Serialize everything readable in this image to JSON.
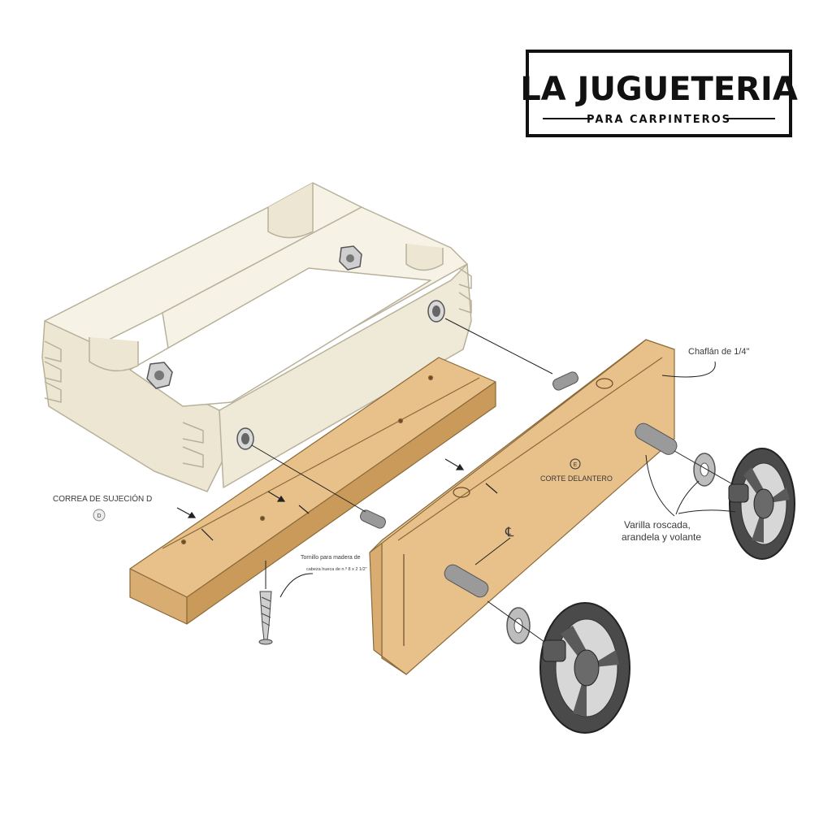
{
  "logo": {
    "title": "LA JUGUETERIA",
    "subtitle": "PARA CARPINTEROS"
  },
  "labels": {
    "chamfer": "Chaflán de 1/4\"",
    "front_cut_marker": "E",
    "front_cut": "CORTE DELANTERO",
    "strap_marker": "D",
    "strap": "CORREA DE SUJECIÓN D",
    "rod_line1": "Varilla roscada,",
    "rod_line2": "arandela y volante",
    "screw_line1": "Tornillo para madera de",
    "screw_line2": "cabeza hueca de n.º 8 x 2 1/2\"",
    "centerline": "℄"
  },
  "colors": {
    "wood": "#e8c08a",
    "wood_dark": "#c99a5a",
    "frame": "#f1ecdc",
    "frame_line": "#b8b19a",
    "metal": "#9a9a9a",
    "wheel": "#4a4a4a"
  }
}
